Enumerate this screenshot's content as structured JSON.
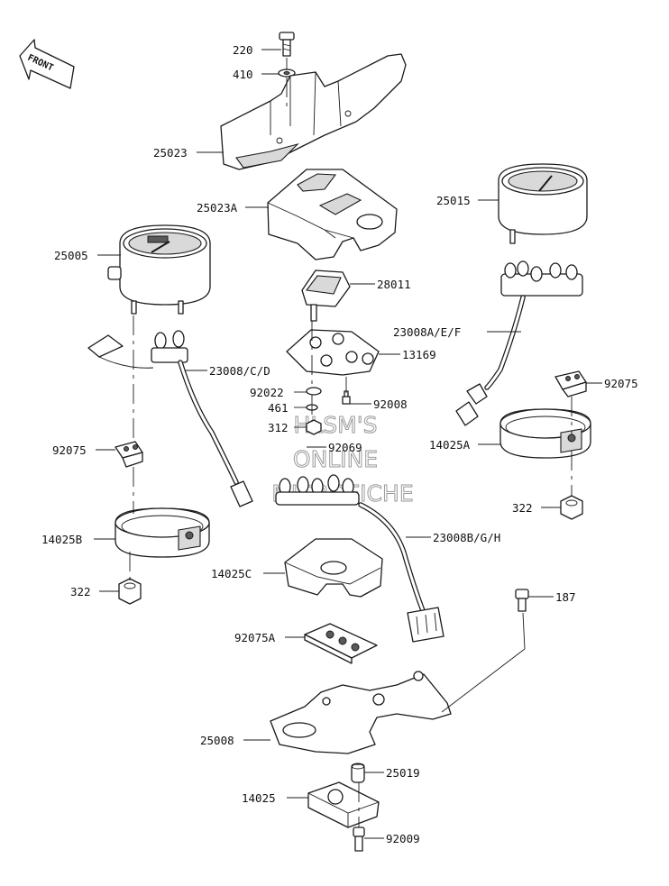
{
  "front_arrow": {
    "label": "FRONT"
  },
  "watermark": {
    "line1": "HLSM'S",
    "line2": "ONLINE",
    "line3": "MICROFICHE"
  },
  "callouts": {
    "p220": "220",
    "p410": "410",
    "p25023": "25023",
    "p25023A": "25023A",
    "p25015": "25015",
    "p25005": "25005",
    "p28011": "28011",
    "p23008AEF": "23008A/E/F",
    "p13169": "13169",
    "p23008CD": "23008/C/D",
    "p92075_r": "92075",
    "p92022": "92022",
    "p92008": "92008",
    "p461": "461",
    "p312": "312",
    "p92069": "92069",
    "p14025A": "14025A",
    "p92075_l": "92075",
    "p322_r": "322",
    "p14025B": "14025B",
    "p23008BGH": "23008B/G/H",
    "p14025C": "14025C",
    "p322_l": "322",
    "p187": "187",
    "p92075A": "92075A",
    "p25008": "25008",
    "p25019": "25019",
    "p14025": "14025",
    "p92009": "92009"
  }
}
